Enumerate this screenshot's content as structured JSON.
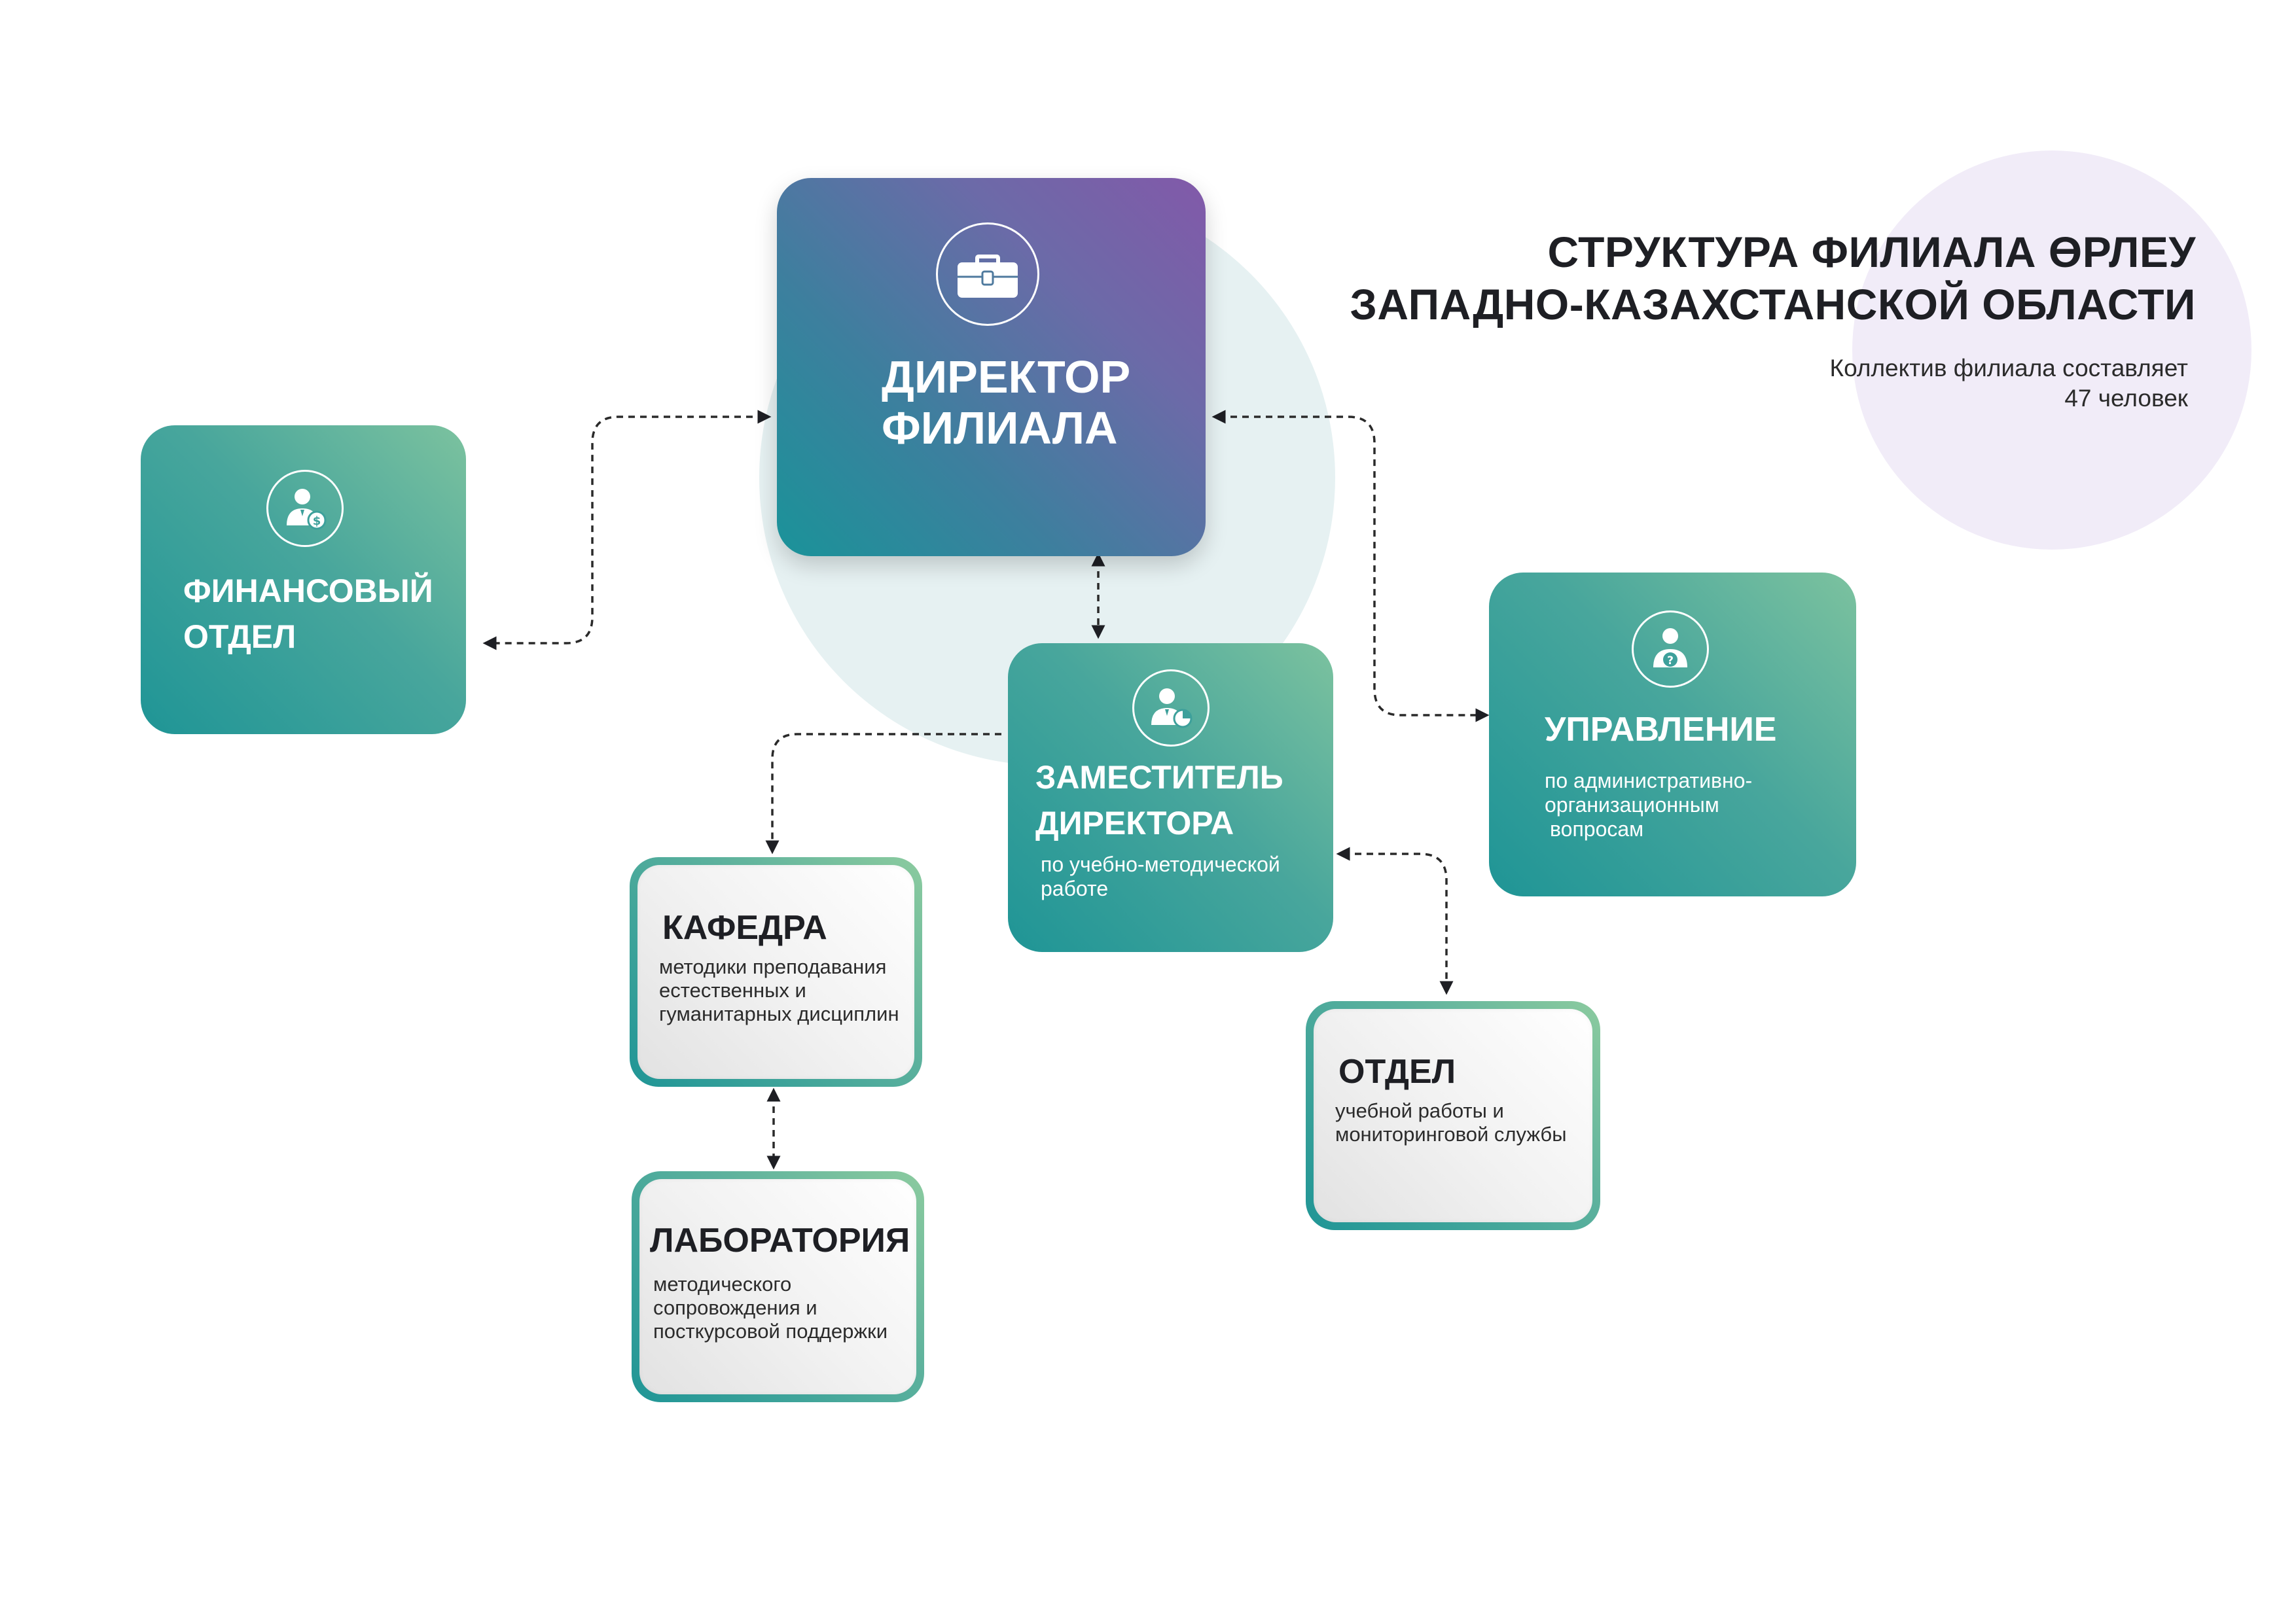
{
  "title": {
    "line1": "СТРУКТУРА ФИЛИАЛА ӨРЛЕУ",
    "line2": "ЗАПАДНО-КАЗАХСТАНСКОЙ ОБЛАСТИ"
  },
  "subtitle": {
    "line1": "Коллектив филиала составляет",
    "line2": "47 человек"
  },
  "nodes": {
    "director": {
      "title_line1": "ДИРЕКТОР",
      "title_line2": "ФИЛИАЛА",
      "icon": "briefcase-icon"
    },
    "finance": {
      "title_line1": "ФИНАНСОВЫЙ",
      "title_line2": "ОТДЕЛ",
      "icon": "person-dollar-icon"
    },
    "deputy": {
      "title_line1": "ЗАМЕСТИТЕЛЬ",
      "title_line2": "ДИРЕКТОРА",
      "desc_line1": "по учебно-методической",
      "desc_line2": "работе",
      "icon": "person-chart-icon"
    },
    "management": {
      "title": "УПРАВЛЕНИЕ",
      "desc_line1": "по административно-",
      "desc_line2": "организационным",
      "desc_line3": "вопросам",
      "icon": "person-question-icon"
    },
    "department_chair": {
      "title": "КАФЕДРА",
      "desc_line1": "методики преподавания",
      "desc_line2": "естественных и",
      "desc_line3": "гуманитарных дисциплин"
    },
    "laboratory": {
      "title": "ЛАБОРАТОРИЯ",
      "desc_line1": "методического",
      "desc_line2": "сопровождения и",
      "desc_line3": "посткурсовой поддержки"
    },
    "department": {
      "title": "ОТДЕЛ",
      "desc_line1": "учебной работы и",
      "desc_line2": "мониторинговой службы"
    }
  },
  "colors": {
    "teal": "#1f9596",
    "green": "#7cc29f",
    "purple": "#8259a9",
    "lavender_circle": "#f1ecf8",
    "teal_circle": "#e6f1f2",
    "text_dark": "#1e1f24"
  }
}
